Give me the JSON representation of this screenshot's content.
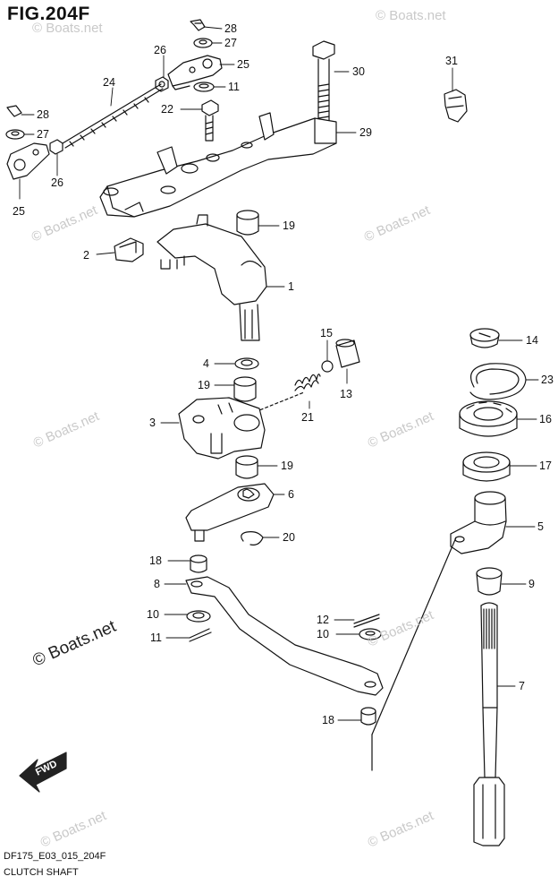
{
  "figure": {
    "title": "FIG.204F",
    "model_code": "DF175_E03_015_204F",
    "section_name": "CLUTCH SHAFT",
    "fwd_label": "FWD"
  },
  "watermarks": {
    "light": "© Boats.net",
    "dark": "© Boats.net"
  },
  "callouts": [
    "28",
    "27",
    "26",
    "25",
    "11",
    "30",
    "31",
    "24",
    "22",
    "28",
    "27",
    "29",
    "26",
    "25",
    "19",
    "2",
    "1",
    "15",
    "14",
    "4",
    "23",
    "19",
    "13",
    "21",
    "3",
    "16",
    "19",
    "17",
    "6",
    "5",
    "20",
    "18",
    "9",
    "8",
    "10",
    "12",
    "11",
    "10",
    "7",
    "18"
  ]
}
